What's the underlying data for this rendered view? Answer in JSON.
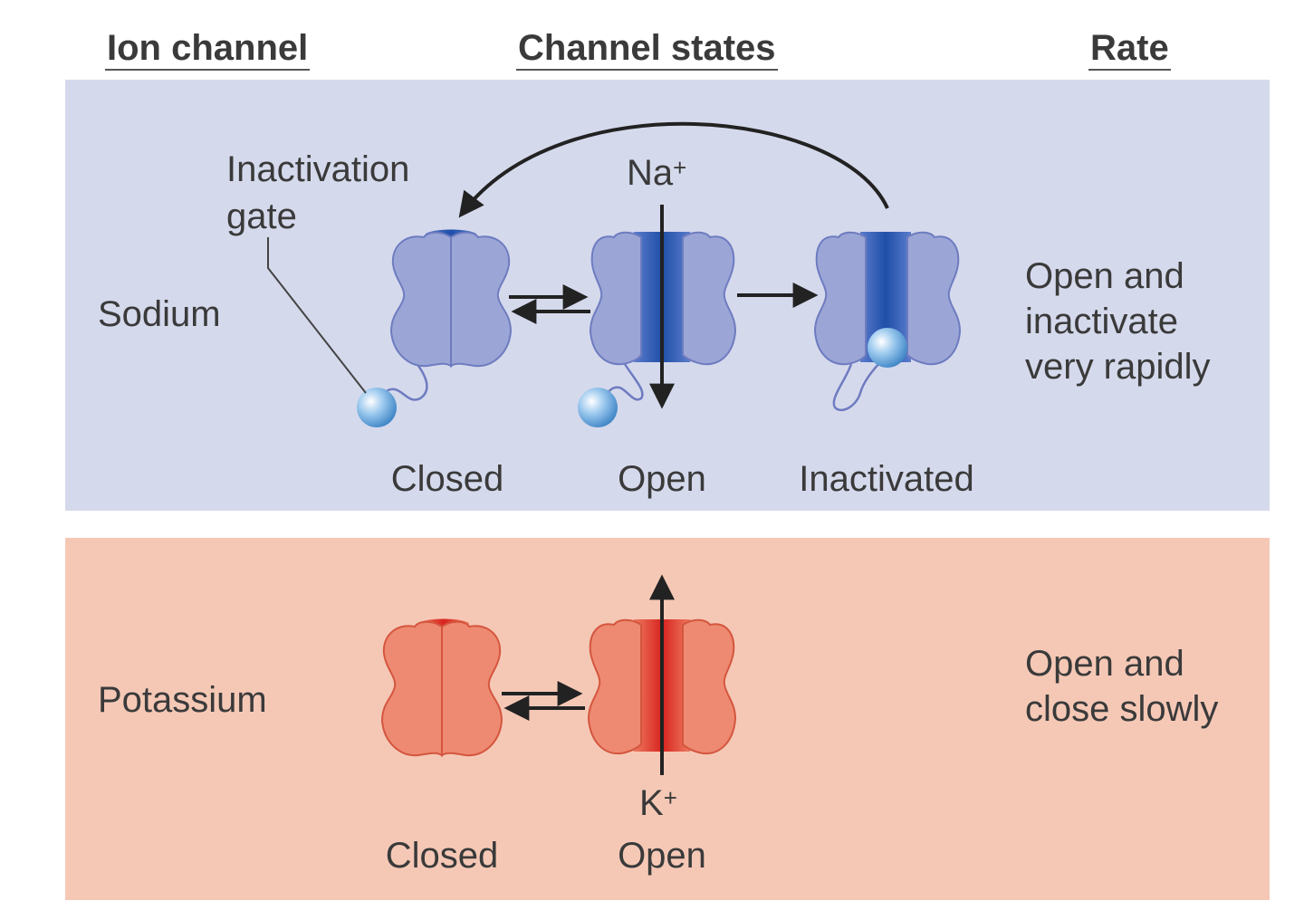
{
  "headers": {
    "ion_channel": "Ion channel",
    "channel_states": "Channel states",
    "rate": "Rate"
  },
  "sodium": {
    "row_label": "Sodium",
    "gate_label_line1": "Inactivation",
    "gate_label_line2": "gate",
    "ion_base": "Na",
    "ion_charge": "+",
    "states": [
      "Closed",
      "Open",
      "Inactivated"
    ],
    "rate_lines": [
      "Open and",
      "inactivate",
      "very rapidly"
    ],
    "colors": {
      "panel": "#d5d9ec",
      "channel": "#9ba6d6",
      "pore": "#2f5fb0",
      "gate_ball": "#6fa8d8"
    }
  },
  "potassium": {
    "row_label": "Potassium",
    "ion_base": "K",
    "ion_charge": "+",
    "states": [
      "Closed",
      "Open"
    ],
    "rate_lines": [
      "Open and",
      "close slowly"
    ],
    "colors": {
      "panel": "#f5c8b6",
      "channel": "#ee8a72",
      "pore": "#e03a2e"
    }
  }
}
